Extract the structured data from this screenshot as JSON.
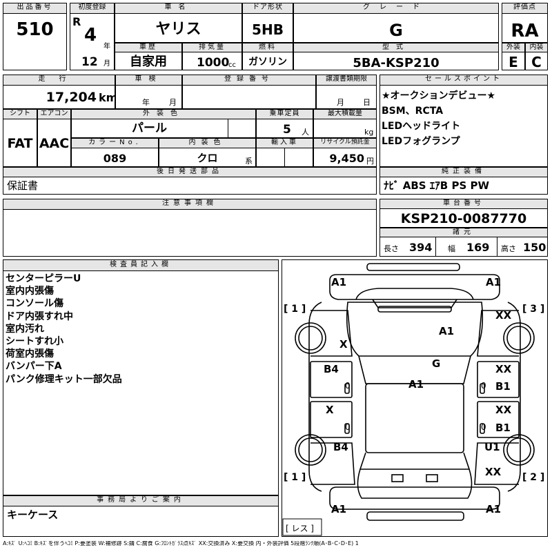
{
  "header": {
    "lot_no": {
      "label": "出品番号",
      "value": "510"
    },
    "first_reg": {
      "label": "初度登録",
      "era": "R",
      "year": "4",
      "year_unit": "年",
      "month": "12",
      "month_unit": "月"
    },
    "car_name": {
      "label": "車名",
      "value": "ヤリス"
    },
    "door": {
      "label": "ドア形状",
      "value": "5HB"
    },
    "grade": {
      "label": "グレード",
      "value": "G"
    },
    "score": {
      "label": "評価点",
      "value": "RA"
    },
    "history": {
      "label": "車歴",
      "value": "自家用"
    },
    "displacement": {
      "label": "排気量",
      "value": "1000",
      "unit": "cc"
    },
    "fuel": {
      "label": "燃料",
      "value": "ガソリン"
    },
    "model": {
      "label": "型式",
      "value": "5BA-KSP210"
    },
    "exterior": {
      "label": "外装",
      "value": "E"
    },
    "interior": {
      "label": "内装",
      "value": "C"
    }
  },
  "row2": {
    "mileage": {
      "label": "走行",
      "value": "17,204",
      "unit": "km"
    },
    "inspection": {
      "label": "車検",
      "year_unit": "年",
      "month_unit": "月"
    },
    "reg_no": {
      "label": "登録番号"
    },
    "transfer": {
      "label": "譲渡書類期限",
      "month_unit": "月",
      "day_unit": "日"
    },
    "shift": {
      "label": "シフト",
      "value": "FAT"
    },
    "ac": {
      "label": "エアコン",
      "value": "AAC"
    },
    "ext_color": {
      "label": "外装色",
      "value": "パール"
    },
    "capacity": {
      "label": "乗車定員",
      "value": "5",
      "unit": "人"
    },
    "load": {
      "label": "最大積載量",
      "unit": "kg"
    },
    "color_no": {
      "label": "カラーNo.",
      "value": "089"
    },
    "int_color": {
      "label": "内装色",
      "value": "クロ",
      "unit": "系"
    },
    "import": {
      "label": "輸入車"
    },
    "recycle": {
      "label": "リサイクル預託金",
      "value": "9,450",
      "unit": "円"
    },
    "later_parts": {
      "label": "後日発送部品",
      "value": "保証書"
    }
  },
  "sales": {
    "label": "セールスポイント",
    "items": [
      "★オークションデビュー★",
      "BSM、RCTA",
      "LEDヘッドライト",
      "LEDフォグランプ"
    ]
  },
  "equipment": {
    "label": "純正装備",
    "value": "ﾅﾋﾞ ABS ｴｱB PS PW"
  },
  "notes": {
    "label": "注意事項欄"
  },
  "chassis": {
    "label": "車台番号",
    "value": "KSP210-0087770"
  },
  "specs": {
    "label": "諸元",
    "length_label": "長さ",
    "length": "394",
    "width_label": "幅",
    "width": "169",
    "height_label": "高さ",
    "height": "150"
  },
  "inspector": {
    "label": "検査員記入欄",
    "items": [
      "センターピラーU",
      "室内内張傷",
      "コンソール傷",
      "ドア内張すれ中",
      "室内汚れ",
      "シートすれ小",
      "荷室内張傷",
      "バンパー下A",
      "パンク修理キット一部欠品"
    ]
  },
  "office": {
    "label": "事務局よりご案内",
    "value": "キーケース"
  },
  "diagram": {
    "marks": {
      "front_left": "A1",
      "front_right": "A1",
      "bonnet": "A1",
      "windshield": "G",
      "roof": "A1",
      "fender_left": "X",
      "fender_right": "XX",
      "front_door_left": "B4",
      "front_door_right_1": "XX",
      "front_door_right_2": "B1",
      "rear_door_left": "X",
      "rear_door_right_1": "XX",
      "rear_door_right_2": "B1",
      "quarter_left": "B4",
      "quarter_right_1": "U1",
      "quarter_right_2": "XX",
      "rear_left": "A1",
      "rear_right": "A1",
      "step_left_1": "0",
      "step_left_2": "0",
      "step_right_1": "0",
      "step_right_2": "0"
    },
    "tire_labels": {
      "front_left": "[ 1 ]",
      "front_right": "[ 3 ]",
      "rear_left": "[ 1 ]",
      "rear_right": "[ 2 ]",
      "spare": "[ レス ]"
    }
  },
  "legend": "A:ｷｽﾞ  U:ﾍｺﾐ  B:ｷｽﾞを伴うﾍｺﾐ  P:要塗装  W:補修跡  S:錆  C:腐食  G:ﾌﾛﾝﾄｶﾞﾗｽ点ｷｽﾞ  XX:交換済み  X:要交換  内・外装評価  5段階ﾗﾝｸ順(A･B･C･D･E) 1"
}
